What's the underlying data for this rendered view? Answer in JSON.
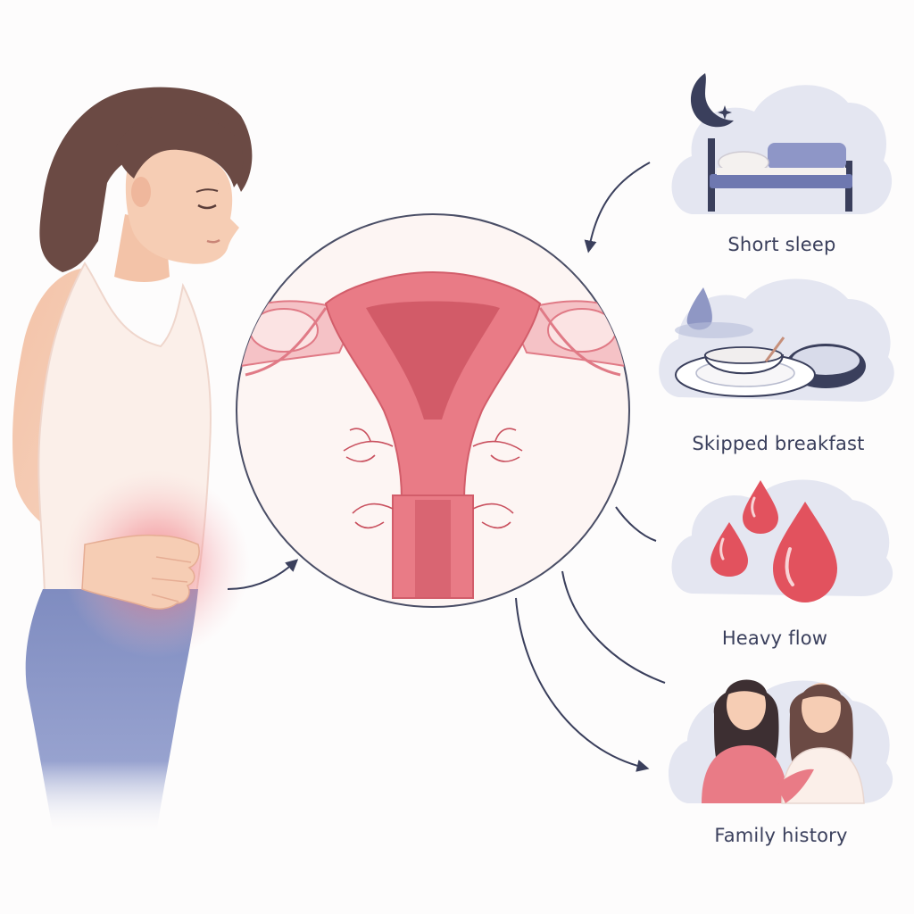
{
  "colors": {
    "background": "#fdfcfc",
    "skin": "#f6cdb4",
    "hair": "#6b4a44",
    "top": "#fbefe9",
    "pants": "#8591c2",
    "pain_glow": "#ef5d6d",
    "uterus": "#e97b86",
    "arrow": "#3a3f5c",
    "cloud": "#e4e6f1",
    "blood": "#e2525e"
  },
  "factors": [
    {
      "label": "Short sleep",
      "icon": "moon-bed-icon"
    },
    {
      "label": "Skipped breakfast",
      "icon": "empty-plate-icon"
    },
    {
      "label": "Heavy flow",
      "icon": "blood-drops-icon"
    },
    {
      "label": "Family history",
      "icon": "two-women-icon"
    }
  ]
}
